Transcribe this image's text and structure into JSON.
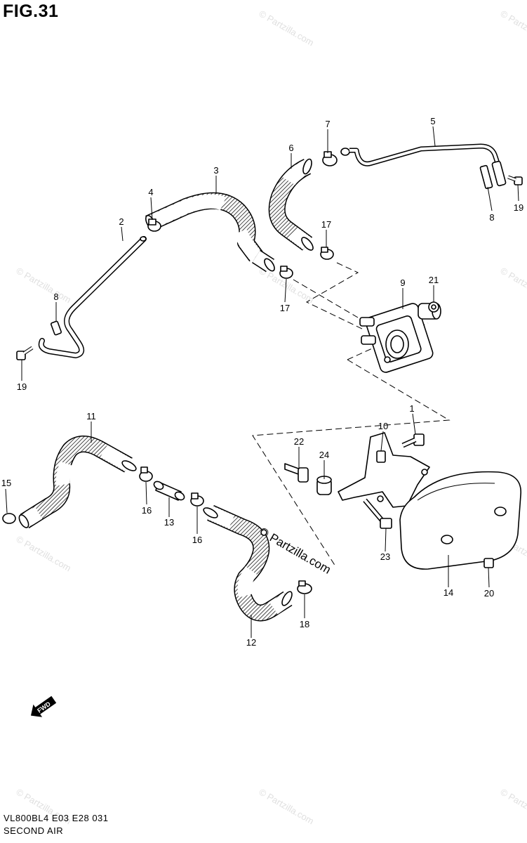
{
  "title": "FIG.31",
  "model_code": "VL800BL4  E03  E28  031",
  "section_name": "SECOND AIR",
  "fwd_label": "FWD",
  "watermark": "© Partzilla.com",
  "watermark_large": "© Partzilla.com",
  "callouts": [
    "1",
    "2",
    "3",
    "4",
    "5",
    "6",
    "7",
    "8",
    "8",
    "9",
    "10",
    "11",
    "12",
    "13",
    "14",
    "15",
    "16",
    "16",
    "17",
    "17",
    "18",
    "19",
    "19",
    "20",
    "21",
    "22",
    "23",
    "24"
  ]
}
